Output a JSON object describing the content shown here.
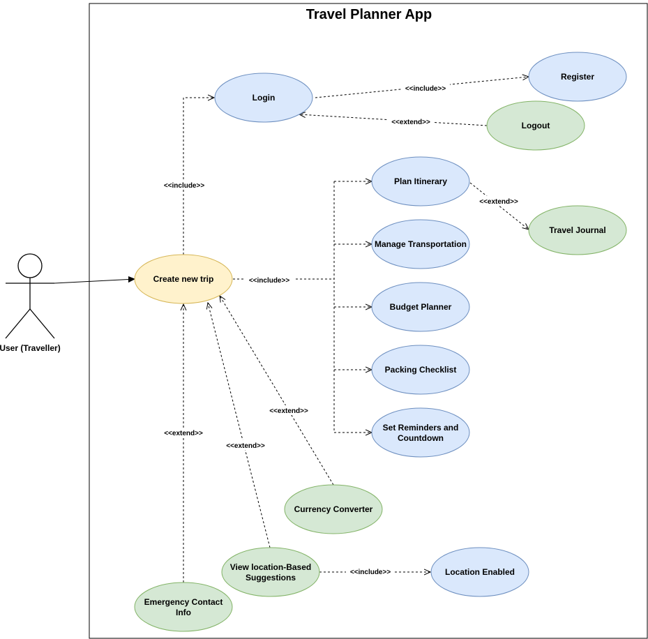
{
  "title": "Travel Planner App",
  "actor": {
    "name": "User (Traveller)"
  },
  "colors": {
    "blue_fill": "#dae8fc",
    "blue_stroke": "#6c8ebf",
    "green_fill": "#d5e8d4",
    "green_stroke": "#82b366",
    "yellow_fill": "#fff2cc",
    "yellow_stroke": "#d6b656"
  },
  "use_cases": {
    "login": "Login",
    "register": "Register",
    "logout": "Logout",
    "plan_itinerary": "Plan Itinerary",
    "travel_journal": "Travel Journal",
    "manage_transportation": "Manage Transportation",
    "create_new_trip": "Create new trip",
    "budget_planner": "Budget Planner",
    "packing_checklist": "Packing Checklist",
    "set_reminders": [
      "Set Reminders and",
      "Countdown"
    ],
    "currency_converter": "Currency Converter",
    "view_location": [
      "View location-Based",
      "Suggestions"
    ],
    "location_enabled": "Location Enabled",
    "emergency_contact": [
      "Emergency Contact",
      "Info"
    ]
  },
  "relations": {
    "include": "<<include>>",
    "extend": "<<extend>>"
  }
}
